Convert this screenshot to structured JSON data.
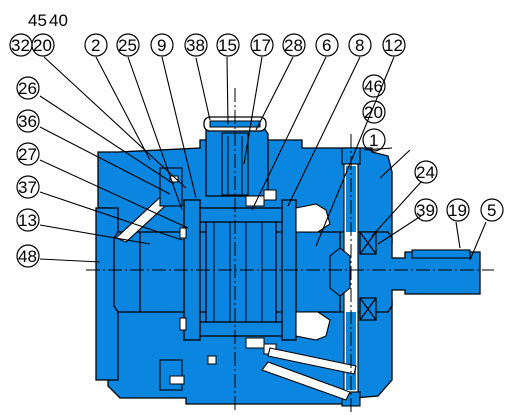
{
  "diagram": {
    "colors": {
      "body": "#0a86e0",
      "outline": "#000000",
      "background": "#ffffff",
      "hatch": "#000000"
    },
    "callouts": {
      "c45": "45",
      "c40": "40",
      "c32": "32",
      "c20a": "20",
      "c2": "2",
      "c25": "25",
      "c9": "9",
      "c38": "38",
      "c15": "15",
      "c17": "17",
      "c28": "28",
      "c6": "6",
      "c8": "8",
      "c12": "12",
      "c46": "46",
      "c20b": "20",
      "c1": "1",
      "c24": "24",
      "c39": "39",
      "c19": "19",
      "c5": "5",
      "c26": "26",
      "c36": "36",
      "c27": "27",
      "c37": "37",
      "c13": "13",
      "c48": "48"
    }
  }
}
